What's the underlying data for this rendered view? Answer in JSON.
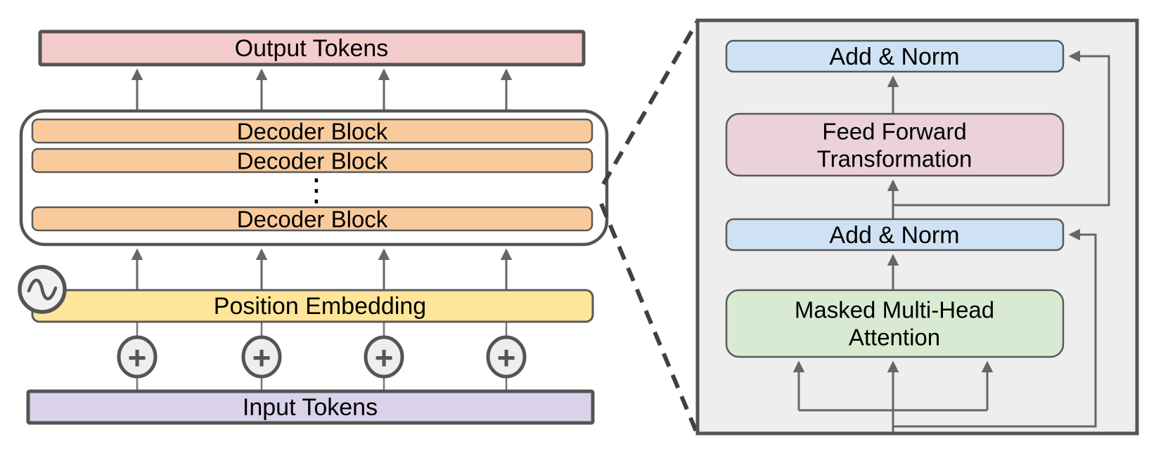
{
  "colors": {
    "output_fill": "#f4cccc",
    "decoder_fill": "#f9cb9c",
    "embedding_fill": "#ffe599",
    "input_fill": "#d9d2e9",
    "addnorm_fill": "#cfe2f3",
    "feedforward_fill": "#ead1dc",
    "attention_fill": "#d9ead3",
    "panel_fill": "#eeeeee",
    "container_fill": "#ffffff",
    "icon_fill": "#f1f1f1",
    "stroke_dark": "#595959",
    "arrow_gray": "#666666",
    "dashed_gray": "#404040"
  },
  "left_diagram": {
    "output_label": "Output Tokens",
    "decoder_labels": [
      "Decoder Block",
      "Decoder Block",
      "Decoder Block"
    ],
    "vertical_ellipsis": "⋮",
    "embedding_label": "Position Embedding",
    "input_label": "Input Tokens"
  },
  "icons": {
    "sum_symbol": "+"
  },
  "detail_panel": {
    "add_norm_top_label": "Add & Norm",
    "feed_forward_line1": "Feed Forward",
    "feed_forward_line2": "Transformation",
    "add_norm_mid_label": "Add & Norm",
    "attention_line1": "Masked Multi-Head",
    "attention_line2": "Attention"
  }
}
